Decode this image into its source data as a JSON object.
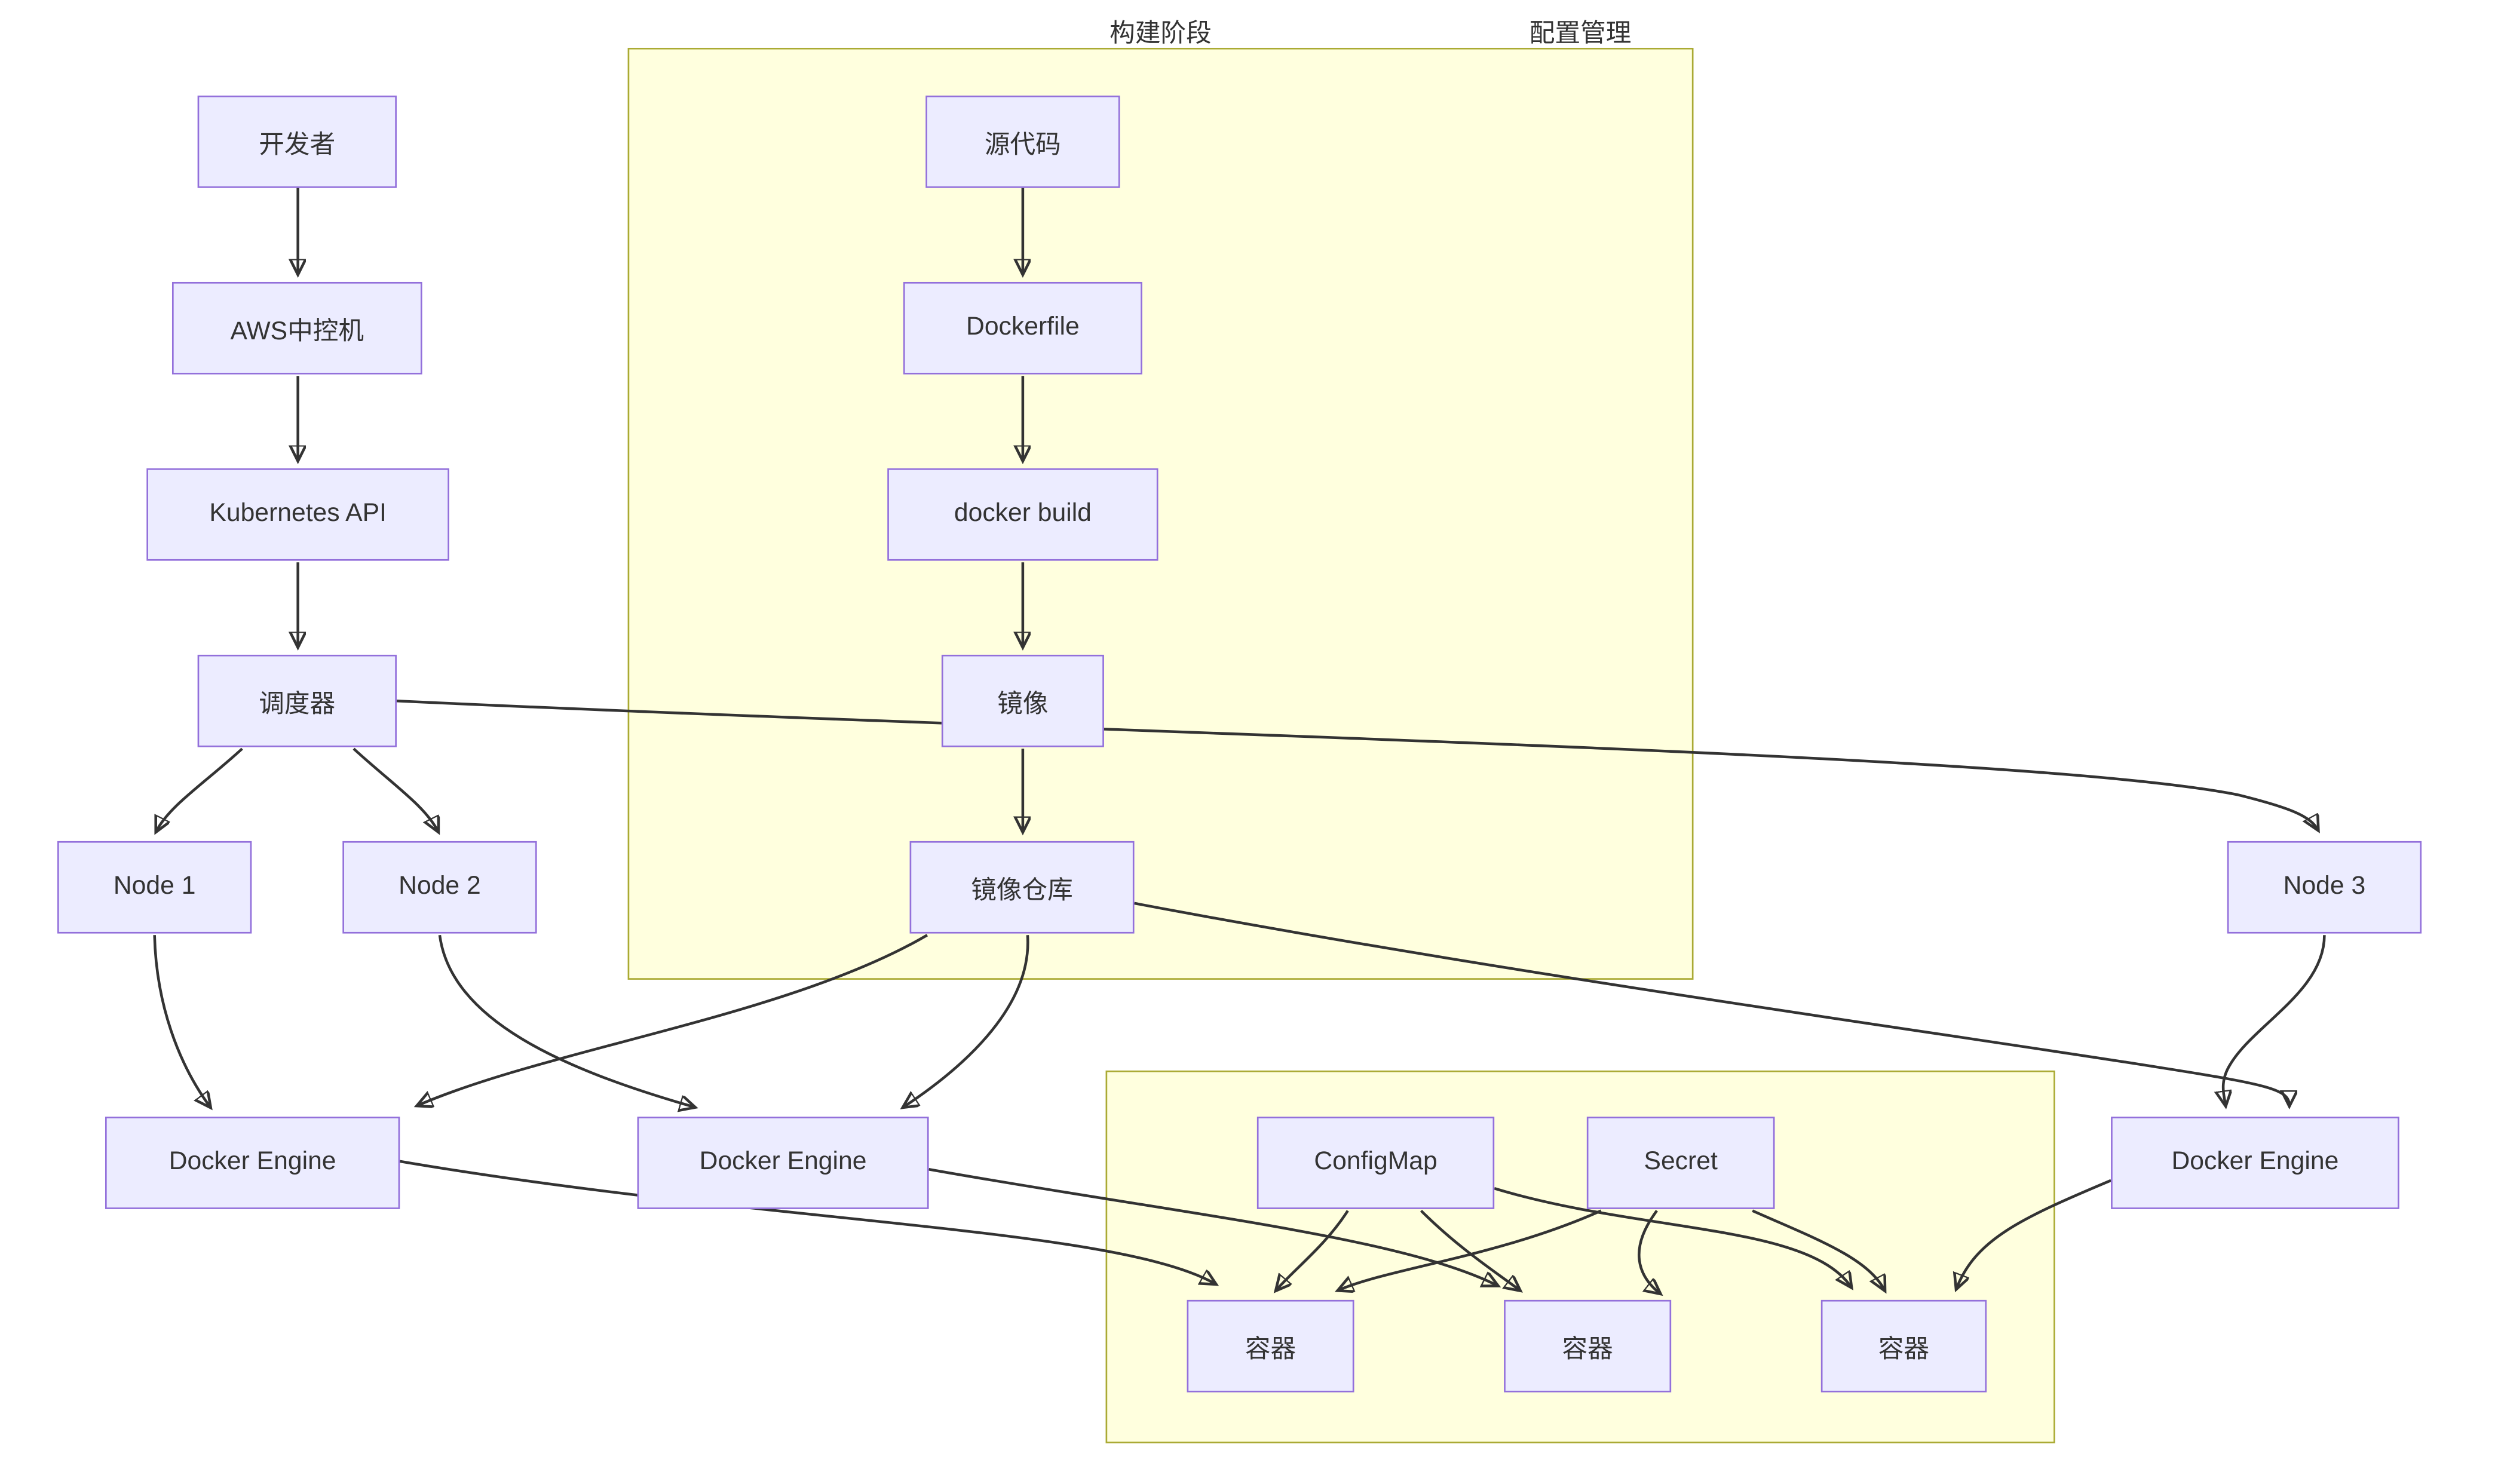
{
  "diagram": {
    "type": "flowchart",
    "clusters": {
      "build": {
        "label": "构建阶段"
      },
      "config": {
        "label": "配置管理"
      }
    },
    "nodes": {
      "dev": {
        "label": "开发者"
      },
      "aws": {
        "label": "AWS中控机"
      },
      "k8s": {
        "label": "Kubernetes API"
      },
      "sched": {
        "label": "调度器"
      },
      "node1": {
        "label": "Node 1"
      },
      "node2": {
        "label": "Node 2"
      },
      "node3": {
        "label": "Node 3"
      },
      "src": {
        "label": "源代码"
      },
      "dockerfile": {
        "label": "Dockerfile"
      },
      "build_cmd": {
        "label": "docker build"
      },
      "image": {
        "label": "镜像"
      },
      "registry": {
        "label": "镜像仓库"
      },
      "engine1": {
        "label": "Docker Engine"
      },
      "engine2": {
        "label": "Docker Engine"
      },
      "engine3": {
        "label": "Docker Engine"
      },
      "configmap": {
        "label": "ConfigMap"
      },
      "secret": {
        "label": "Secret"
      },
      "container1": {
        "label": "容器"
      },
      "container2": {
        "label": "容器"
      },
      "container3": {
        "label": "容器"
      }
    },
    "edges": [
      {
        "from": "dev",
        "to": "aws"
      },
      {
        "from": "aws",
        "to": "k8s"
      },
      {
        "from": "k8s",
        "to": "sched"
      },
      {
        "from": "sched",
        "to": "node1"
      },
      {
        "from": "sched",
        "to": "node2"
      },
      {
        "from": "sched",
        "to": "node3"
      },
      {
        "from": "src",
        "to": "dockerfile"
      },
      {
        "from": "dockerfile",
        "to": "build_cmd"
      },
      {
        "from": "build_cmd",
        "to": "image"
      },
      {
        "from": "image",
        "to": "registry"
      },
      {
        "from": "registry",
        "to": "engine1"
      },
      {
        "from": "registry",
        "to": "engine2"
      },
      {
        "from": "registry",
        "to": "engine3"
      },
      {
        "from": "node1",
        "to": "engine1"
      },
      {
        "from": "node2",
        "to": "engine2"
      },
      {
        "from": "node3",
        "to": "engine3"
      },
      {
        "from": "engine1",
        "to": "container1"
      },
      {
        "from": "engine2",
        "to": "container2"
      },
      {
        "from": "engine3",
        "to": "container3"
      },
      {
        "from": "configmap",
        "to": "container1"
      },
      {
        "from": "configmap",
        "to": "container2"
      },
      {
        "from": "configmap",
        "to": "container3"
      },
      {
        "from": "secret",
        "to": "container1"
      },
      {
        "from": "secret",
        "to": "container2"
      },
      {
        "from": "secret",
        "to": "container3"
      }
    ],
    "colors": {
      "node_fill": "#ECECFF",
      "node_border": "#9370DB",
      "cluster_fill": "#FFFFDE",
      "cluster_border": "#AAAA33",
      "edge": "#333333",
      "text": "#333333",
      "background": "#FFFFFF"
    }
  }
}
